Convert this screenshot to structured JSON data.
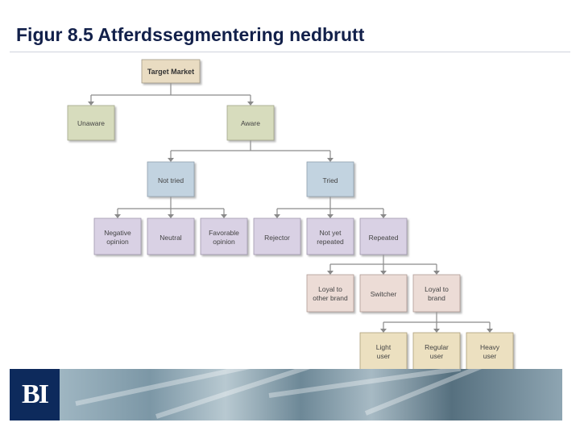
{
  "title": "Figur 8.5 Atferdssegmentering nedbrutt",
  "logo_text": "BI",
  "colors": {
    "title": "#12204a",
    "root_fill": "#e9dcc2",
    "awareness_fill": "#d7dcbd",
    "trial_fill": "#c2d3e0",
    "outcome_fill": "#d9d1e4",
    "loyalty_fill": "#ecdcd6",
    "usage_fill": "#ece0c0",
    "connector": "#8a8a8a",
    "logo_bg": "#0d2a5c"
  },
  "nodes": {
    "target_market": "Target Market",
    "unaware": "Unaware",
    "aware": "Aware",
    "not_tried": "Not tried",
    "tried": "Tried",
    "negative_opinion": [
      "Negative",
      "opinion"
    ],
    "neutral": "Neutral",
    "favorable_opinion": [
      "Favorable",
      "opinion"
    ],
    "rejector": "Rejector",
    "not_yet_repeated": [
      "Not yet",
      "repeated"
    ],
    "repeated": "Repeated",
    "loyal_other_brand": [
      "Loyal to",
      "other brand"
    ],
    "switcher": "Switcher",
    "loyal_brand": [
      "Loyal to",
      "brand"
    ],
    "light_user": [
      "Light",
      "user"
    ],
    "regular_user": [
      "Regular",
      "user"
    ],
    "heavy_user": [
      "Heavy",
      "user"
    ]
  }
}
